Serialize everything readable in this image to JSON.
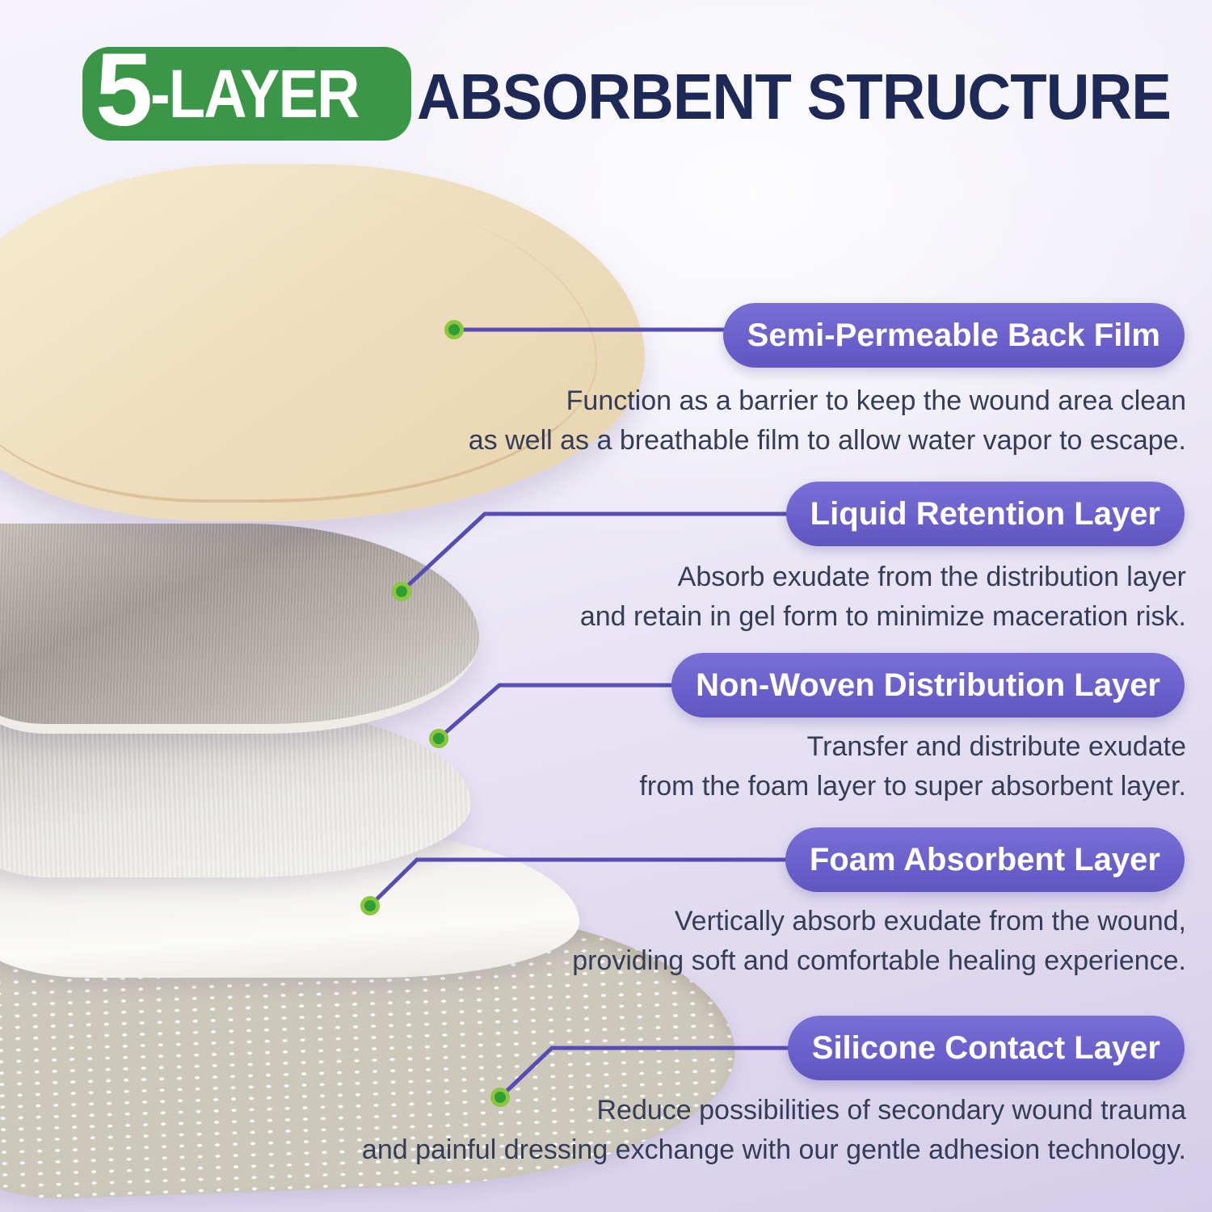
{
  "header": {
    "badge_number": "5",
    "badge_suffix": "-LAYER",
    "title": "ABSORBENT STRUCTURE"
  },
  "colors": {
    "badge_green": "#3a9747",
    "pill_purple": "#6c60cc",
    "leader_line_purple": "#564cb4",
    "title_navy": "#1d2a57",
    "body_text": "#343c58",
    "marker_green": "#2f9e33",
    "marker_ring_green": "#8cc63f",
    "film_beige": "#efdfc0",
    "fabric_gray": "#a29a94",
    "nonwoven_gray": "#e9e7e3",
    "foam_white": "#f3f2ee",
    "silicone_taupe": "#cdc8bc",
    "background_lavender": "#ddd6ee"
  },
  "layers": [
    {
      "label": "Semi-Permeable Back Film",
      "desc_line1": "Function as a barrier to keep the wound area clean",
      "desc_line2": "as well as a breathable film to allow water vapor to escape."
    },
    {
      "label": "Liquid Retention Layer",
      "desc_line1": "Absorb exudate from the distribution layer",
      "desc_line2": "and retain in gel form to minimize maceration risk."
    },
    {
      "label": "Non-Woven Distribution Layer",
      "desc_line1": "Transfer and distribute exudate",
      "desc_line2": "from the foam layer to super absorbent layer."
    },
    {
      "label": "Foam Absorbent Layer",
      "desc_line1": "Vertically absorb exudate from the wound,",
      "desc_line2": "providing soft and comfortable healing experience."
    },
    {
      "label": "Silicone Contact Layer",
      "desc_line1": "Reduce possibilities of secondary wound trauma",
      "desc_line2": "and painful dressing exchange with our gentle adhesion technology."
    }
  ]
}
